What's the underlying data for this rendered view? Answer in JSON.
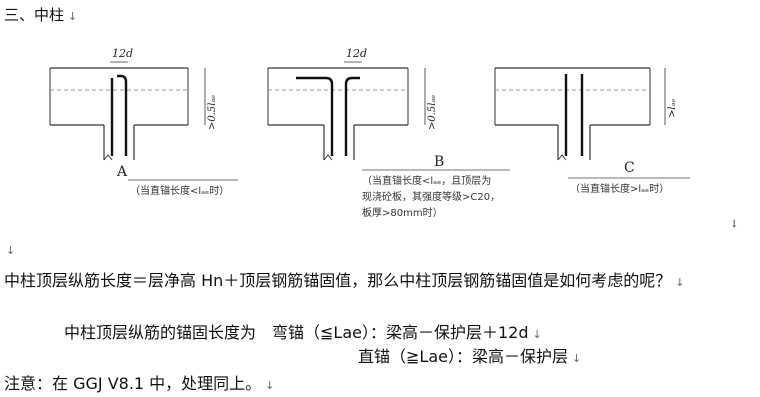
{
  "heading": "三、中柱",
  "return_mark": "↓",
  "figures": {
    "a": {
      "label": "A",
      "dim": "12d",
      "side": ">0.5lₐₑ",
      "caption": "（当直锚长度<lₐₑ时）"
    },
    "b": {
      "label": "B",
      "dim": "12d",
      "side": ">0.5lₐₑ",
      "caption_lines": [
        "（当直锚长度<lₐₑ，且顶层为",
        "现浇砼板，其强度等级>C20，",
        "板厚>80mm时）"
      ]
    },
    "c": {
      "label": "C",
      "side": ">lₐₑ",
      "caption": "（当直锚长度>lₐₑ时）"
    }
  },
  "paragraph1": "中柱顶层纵筋长度＝层净高 Hn＋顶层钢筋锚固值，那么中柱顶层钢筋锚固值是如何考虑的呢？",
  "line2": "中柱顶层纵筋的锚固长度为　弯锚（≦Lae）：梁高－保护层＋12d",
  "line3": "直锚（≧Lae）：梁高－保护层",
  "note": "注意：在 GGJ V8.1 中，处理同上。"
}
